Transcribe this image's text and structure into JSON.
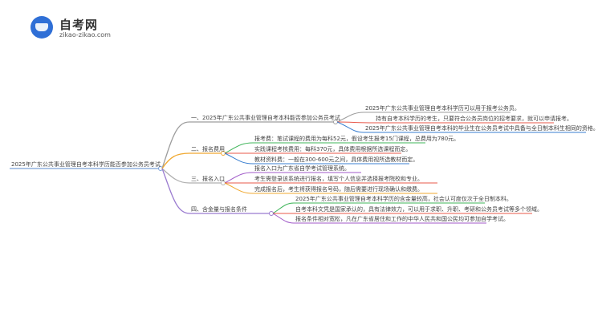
{
  "logo": {
    "title": "自考网",
    "subtitle": "zikao-zikao.com"
  },
  "root": {
    "label": "2025年广东公共事业管理自考本科学历能否参加公务员考试"
  },
  "branches": [
    {
      "label": "一、2025年广东公共事业管理自考本科能否参加公务员考试",
      "color": "#9d9d9d",
      "leaves": [
        "2025年广东公共事业管理自考本科学历可以用于报考公务员。",
        "持有自考本科学历的考生，只要符合公务员岗位的招考要求，就可以申请报考。",
        "2025年广东公共事业管理自考本科的毕业生在公务员考试中具备与全日制本科生相同的资格。"
      ],
      "leafColors": [
        "#9d9d9d",
        "#e8584a",
        "#3a7fd0"
      ]
    },
    {
      "label": "二、报名费用",
      "color": "#f0a830",
      "leaves": [
        "报考费：笔试课程的费用为每科52元，假设考生报考15门课程，总费用为780元。",
        "实践课程考核费用：每科370元，具体费用根据所选课程而定。",
        "教材资料费：一般在300-600元之间，具体费用视所选教材而定。"
      ],
      "leafColors": [
        "#3fb55a",
        "#e8584a",
        "#3a7fd0"
      ]
    },
    {
      "label": "三、报名入口",
      "color": "#b0b0b0",
      "leaves": [
        "报名入口为广东省自学考试管理系统。",
        "考生需登录该系统进行报名，填写个人信息并选择报考院校和专业。",
        "完成报名后，考生将获得报名号码，随后需要进行现场确认和缴费。"
      ],
      "leafColors": [
        "#a05ac8",
        "#e8584a",
        "#f0a830"
      ]
    },
    {
      "label": "四、含金量与报名条件",
      "color": "#9a7bd0",
      "leaves": [
        "2025年广东公共事业管理自考本科学历的含金量较高，社会认可度仅次于全日制本科。",
        "自考本科文凭是国家承认的，具有法律效力，可以用于求职、升职、考研和公务员考试等多个领域。",
        "报名条件相对宽松，凡在广东省居住和工作的中华人民共和国公民均可参加自学考试。"
      ],
      "leafColors": [
        "#3fb55a",
        "#e8584a",
        "#a05ac8"
      ]
    }
  ]
}
